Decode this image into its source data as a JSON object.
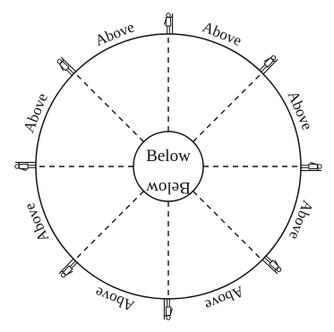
{
  "diagram": {
    "inner_label_top": "Below",
    "inner_label_bottom": "Below",
    "outer_labels": [
      "Above",
      "Above",
      "Above",
      "Above",
      "Above",
      "Above",
      "Above",
      "Above"
    ],
    "figure_icon": "standing-figure-icon",
    "line_color": "#111111",
    "background": "#ffffff"
  }
}
